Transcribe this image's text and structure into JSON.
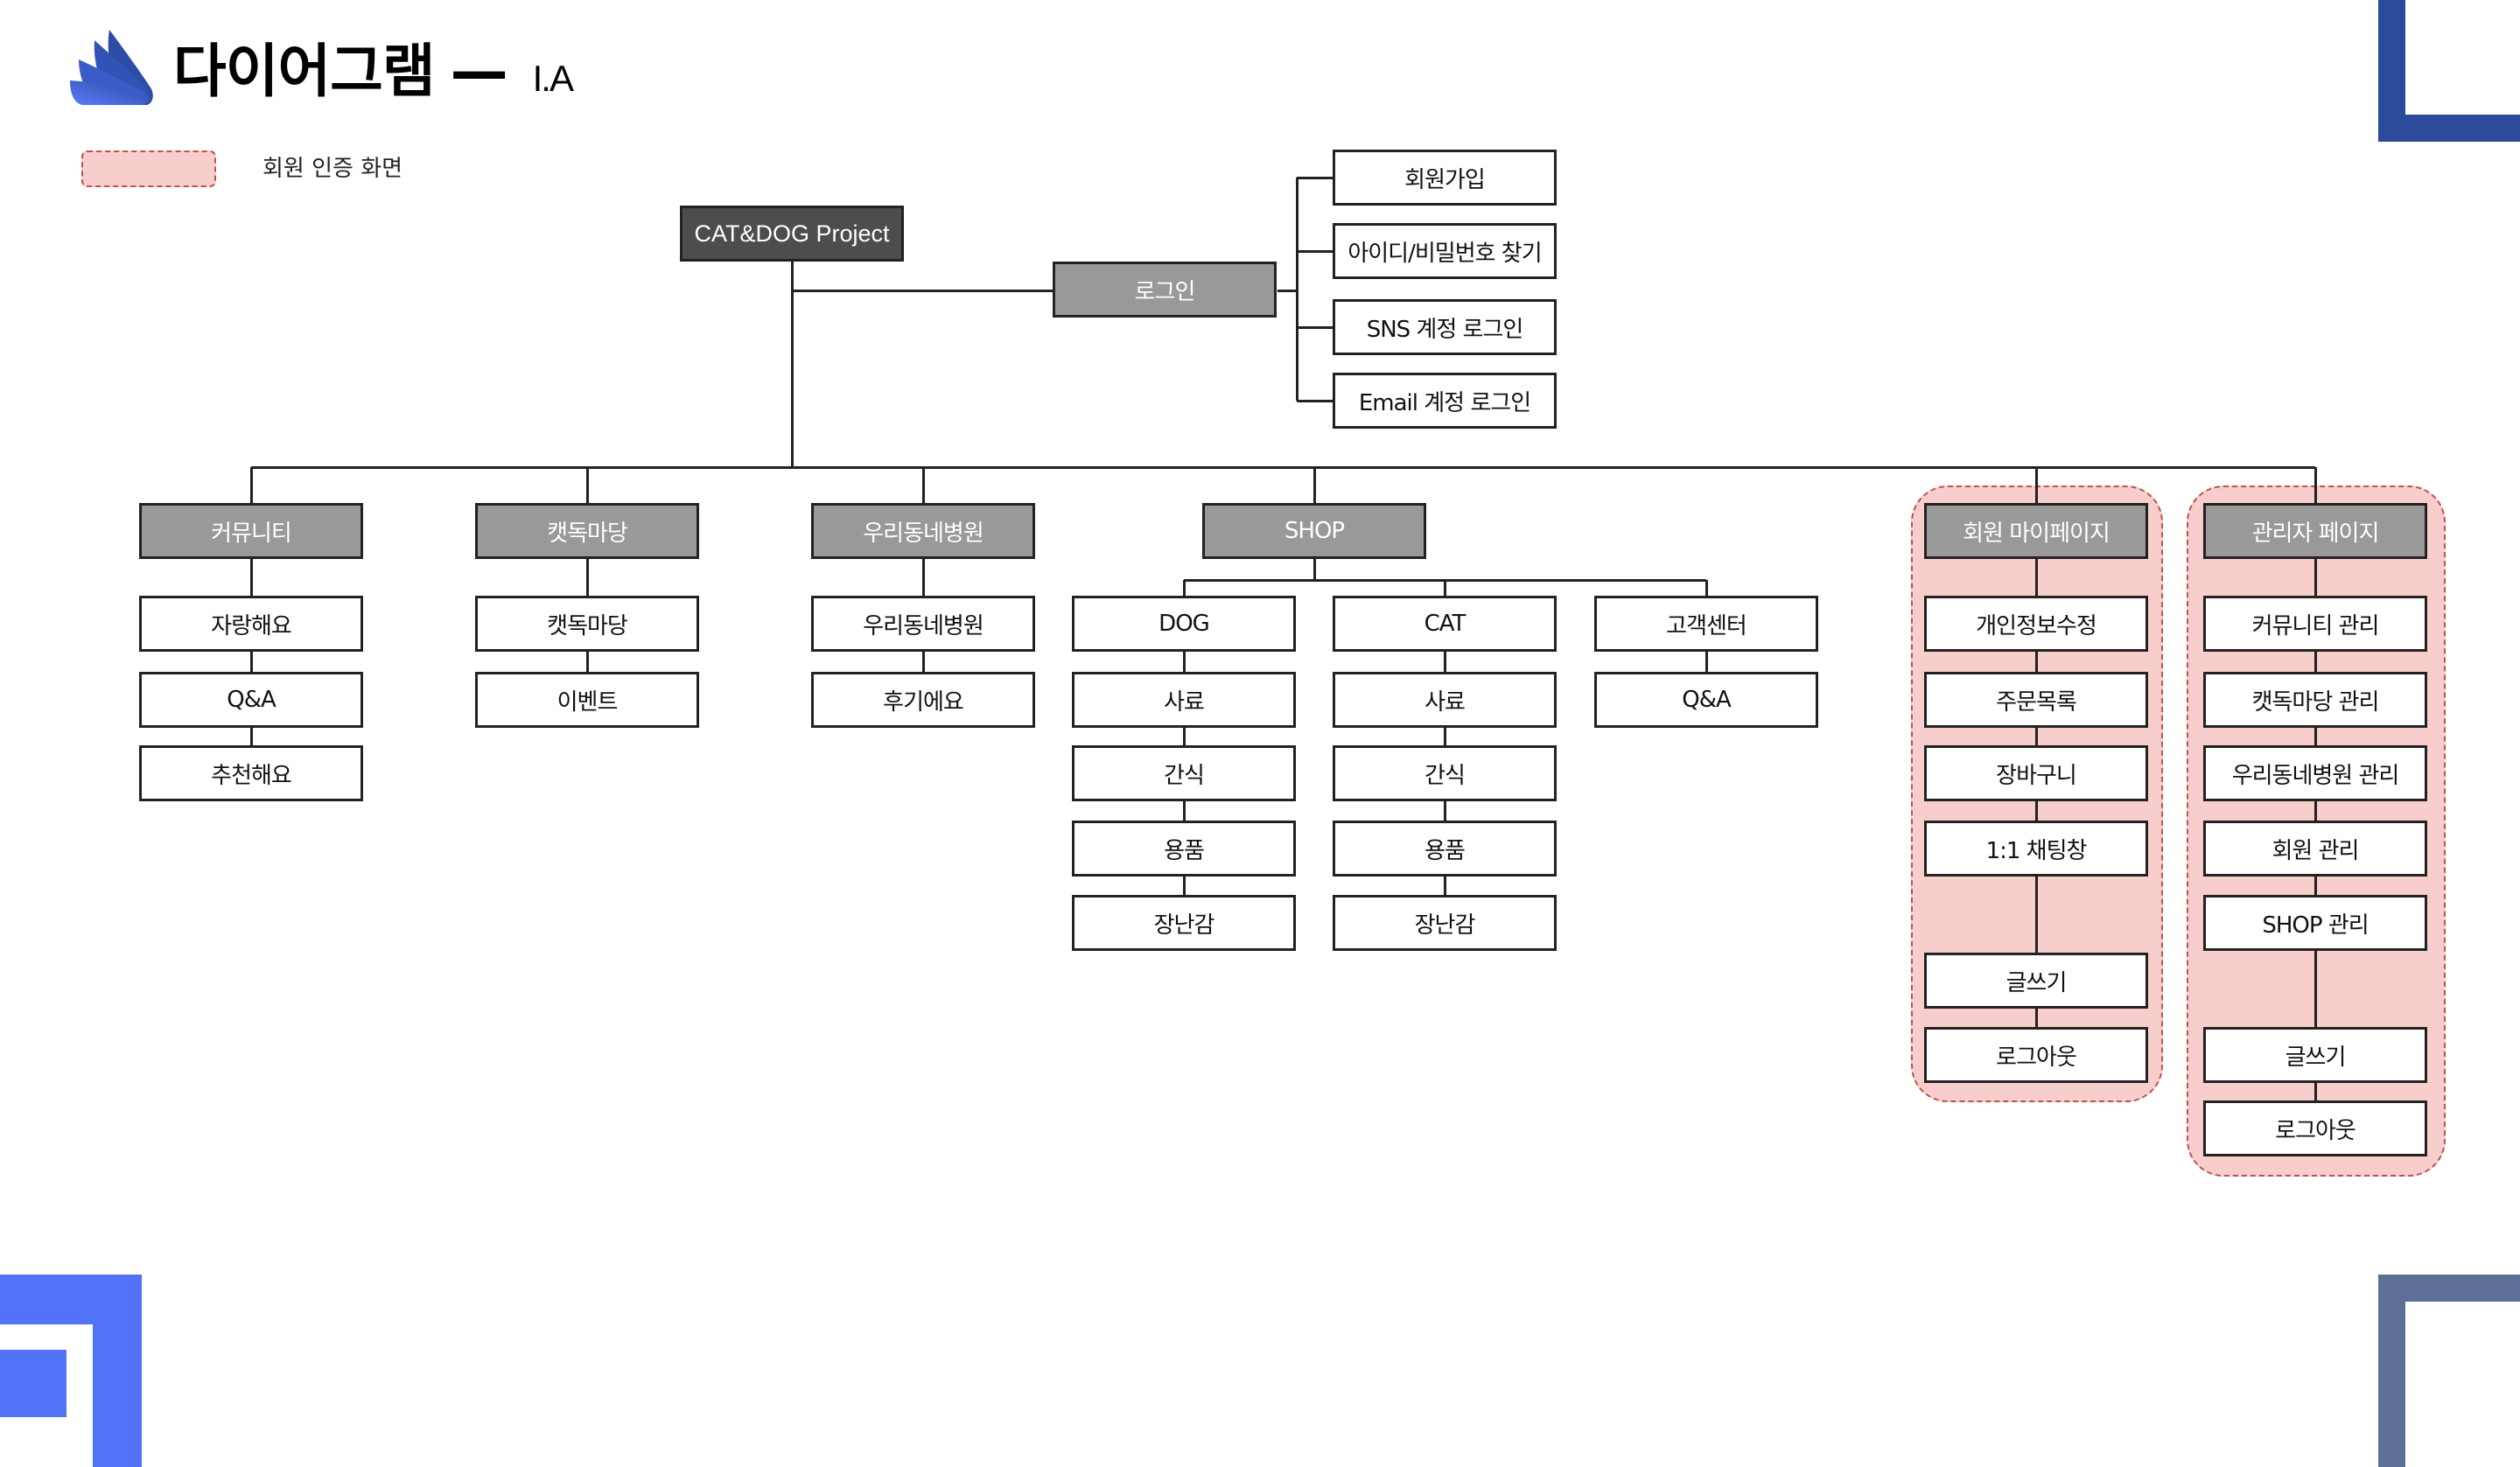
{
  "header": {
    "title": "다이어그램",
    "dash": "—",
    "subtitle": "I.A"
  },
  "legend": {
    "label": "회원 인증 화면",
    "swatch_fill": "#F8CECC",
    "swatch_border": "#B85450"
  },
  "colors": {
    "root_fill": "#4D4D4D",
    "section_fill": "#999999",
    "leaf_fill": "#FFFFFF",
    "line": "#222222",
    "auth_group_fill": "#F8CECC",
    "auth_group_border": "#B85450",
    "corner_top_right": "#2B4A9B",
    "corner_bottom_right": "#5E6E96",
    "corner_bottom_left": "#5272F8"
  },
  "diagram": {
    "root": {
      "id": "root",
      "label": "CAT&DOG Project"
    },
    "login": {
      "id": "login",
      "label": "로그인",
      "children": [
        {
          "id": "signup",
          "label": "회원가입"
        },
        {
          "id": "find-id-pw",
          "label": "아이디/비밀번호 찾기"
        },
        {
          "id": "sns-login",
          "label": "SNS 계정 로그인"
        },
        {
          "id": "email-login",
          "label": "Email 계정 로그인"
        }
      ]
    },
    "sections": [
      {
        "id": "community",
        "label": "커뮤니티",
        "auth": false,
        "children": [
          {
            "id": "community-brag",
            "label": "자랑해요"
          },
          {
            "id": "community-qa",
            "label": "Q&A"
          },
          {
            "id": "community-recommend",
            "label": "추천해요"
          }
        ]
      },
      {
        "id": "catdog-yard",
        "label": "캣독마당",
        "auth": false,
        "children": [
          {
            "id": "catdog-yard-main",
            "label": "캣독마당"
          },
          {
            "id": "catdog-event",
            "label": "이벤트"
          }
        ]
      },
      {
        "id": "local-hospital",
        "label": "우리동네병원",
        "auth": false,
        "children": [
          {
            "id": "local-hospital-main",
            "label": "우리동네병원"
          },
          {
            "id": "local-hospital-review",
            "label": "후기에요"
          }
        ]
      },
      {
        "id": "shop",
        "label": "SHOP",
        "auth": false,
        "groups": [
          {
            "id": "shop-dog",
            "label": "DOG",
            "children": [
              {
                "id": "dog-food",
                "label": "사료"
              },
              {
                "id": "dog-snack",
                "label": "간식"
              },
              {
                "id": "dog-supplies",
                "label": "용품"
              },
              {
                "id": "dog-toys",
                "label": "장난감"
              }
            ]
          },
          {
            "id": "shop-cat",
            "label": "CAT",
            "children": [
              {
                "id": "cat-food",
                "label": "사료"
              },
              {
                "id": "cat-snack",
                "label": "간식"
              },
              {
                "id": "cat-supplies",
                "label": "용품"
              },
              {
                "id": "cat-toys",
                "label": "장난감"
              }
            ]
          },
          {
            "id": "shop-cs",
            "label": "고객센터",
            "children": [
              {
                "id": "cs-qa",
                "label": "Q&A"
              }
            ]
          }
        ]
      },
      {
        "id": "mypage",
        "label": "회원 마이페이지",
        "auth": true,
        "children": [
          {
            "id": "mypage-edit",
            "label": "개인정보수정"
          },
          {
            "id": "mypage-orders",
            "label": "주문목록"
          },
          {
            "id": "mypage-cart",
            "label": "장바구니"
          },
          {
            "id": "mypage-chat",
            "label": "1:1 채팅창"
          },
          {
            "id": "mypage-write",
            "label": "글쓰기"
          },
          {
            "id": "mypage-logout",
            "label": "로그아웃"
          }
        ]
      },
      {
        "id": "admin",
        "label": "관리자 페이지",
        "auth": true,
        "children": [
          {
            "id": "admin-community",
            "label": "커뮤니티 관리"
          },
          {
            "id": "admin-catdog",
            "label": "캣독마당 관리"
          },
          {
            "id": "admin-hospital",
            "label": "우리동네병원 관리"
          },
          {
            "id": "admin-members",
            "label": "회원 관리"
          },
          {
            "id": "admin-shop",
            "label": "SHOP 관리"
          },
          {
            "id": "admin-write",
            "label": "글쓰기"
          },
          {
            "id": "admin-logout",
            "label": "로그아웃"
          }
        ]
      }
    ]
  }
}
